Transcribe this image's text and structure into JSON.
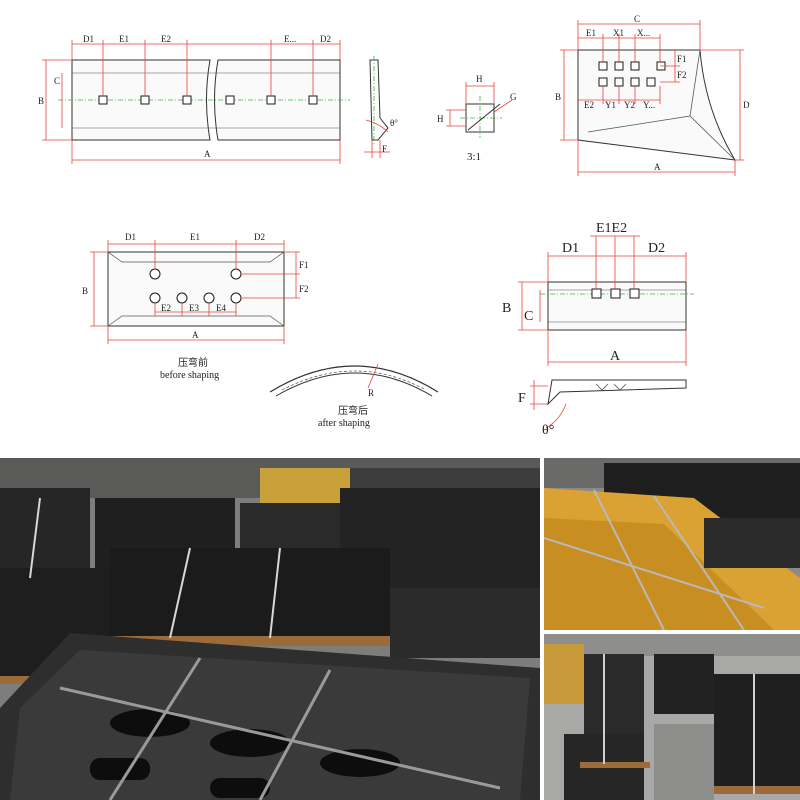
{
  "drawing1": {
    "labels": {
      "D1": "D1",
      "E1": "E1",
      "E2": "E2",
      "E": "E...",
      "D2": "D2",
      "C": "C",
      "B": "B",
      "A": "A",
      "angle": "θ°",
      "F": "F"
    }
  },
  "drawing2": {
    "labels": {
      "H_top": "H",
      "H_side": "H",
      "G": "G",
      "ratio": "3:1"
    }
  },
  "drawing3": {
    "labels": {
      "C": "C",
      "E1": "E1",
      "X1": "X1",
      "X": "X...",
      "F1": "F1",
      "F2": "F2",
      "B": "B",
      "D": "D",
      "E2": "E2",
      "Y1": "Y1",
      "Y2": "Y2",
      "Y": "Y...",
      "A": "A"
    }
  },
  "drawing4": {
    "labels": {
      "D1": "D1",
      "E1": "E1",
      "D2": "D2",
      "F1": "F1",
      "F2": "F2",
      "B": "B",
      "E2": "E2",
      "E3": "E3",
      "E4": "E4",
      "A": "A"
    },
    "before_cn": "压弯前",
    "before_en": "before shaping",
    "after_cn": "压弯后",
    "after_en": "after shaping",
    "R": "R"
  },
  "drawing5": {
    "labels": {
      "E1E2": "E1E2",
      "D1": "D1",
      "D2": "D2",
      "B": "B",
      "C": "C",
      "A": "A",
      "F": "F",
      "angle": "θ°"
    }
  },
  "photos": {
    "icons": [
      "warehouse-stacks-photo",
      "yellow-plates-photo",
      "black-plates-aisle-photo"
    ]
  }
}
